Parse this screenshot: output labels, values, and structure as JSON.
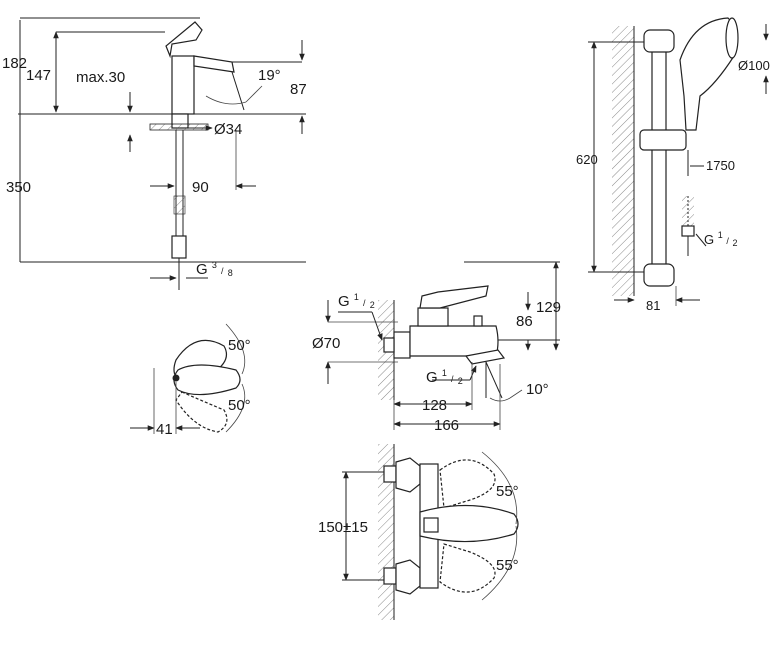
{
  "basin_mixer": {
    "dim_182": "182",
    "dim_147": "147",
    "dim_max30": "max.30",
    "dim_19deg": "19°",
    "dim_87": "87",
    "dim_d34": "Ø34",
    "dim_350": "350",
    "dim_90": "90",
    "thread_G": "G",
    "thread_num": "3",
    "thread_den": "8"
  },
  "basin_top_view": {
    "angle_top": "50°",
    "angle_bottom": "50°",
    "dim_41": "41"
  },
  "bath_mixer": {
    "thread_top_G": "G",
    "thread_top_num": "1",
    "thread_top_den": "2",
    "dim_d70": "Ø70",
    "thread_bottom_G": "G",
    "thread_bottom_num": "1",
    "thread_bottom_den": "2",
    "dim_129": "129",
    "dim_86": "86",
    "dim_10deg": "10°",
    "dim_128": "128",
    "dim_166": "166"
  },
  "bath_top_view": {
    "dim_150": "150±15",
    "angle_top": "55°",
    "angle_bottom": "55°"
  },
  "shower_rail": {
    "dim_620": "620",
    "dim_d100": "Ø100",
    "dim_1750": "1750",
    "thread_G": "G",
    "thread_num": "1",
    "thread_den": "2",
    "dim_81": "81"
  }
}
